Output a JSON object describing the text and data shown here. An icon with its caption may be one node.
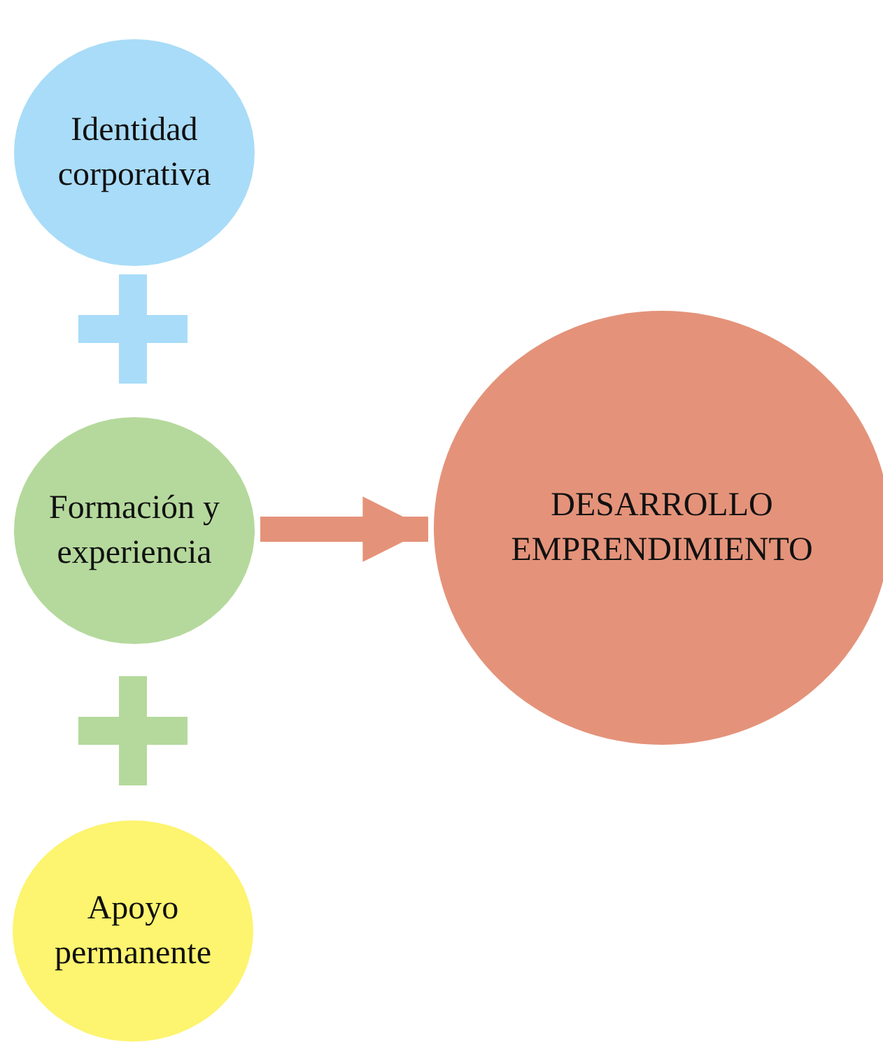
{
  "diagram": {
    "nodes": [
      {
        "text": [
          "Identidad corporativa"
        ]
      },
      {
        "text": [
          "Formación y experiencia"
        ]
      },
      {
        "text": [
          "Apoyo permanente"
        ]
      },
      {
        "text": [
          "DESARROLLO EMPRENDIMIENTO"
        ]
      }
    ],
    "edges": [
      {
        "from": 1,
        "to": 3,
        "arrow": "to"
      }
    ]
  }
}
